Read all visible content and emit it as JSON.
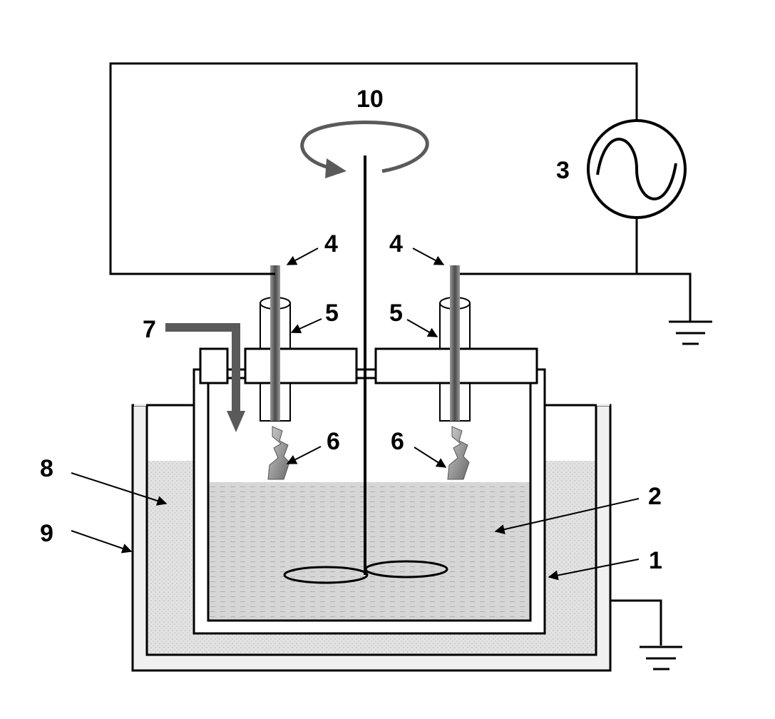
{
  "labels": {
    "vessel": "1",
    "liquid": "2",
    "power_source": "3",
    "electrode_left": "4",
    "electrode_right": "4",
    "insulator_left": "5",
    "insulator_right": "5",
    "plasma_left": "6",
    "plasma_right": "6",
    "gas_inlet": "7",
    "cooling_medium": "8",
    "outer_bath": "9",
    "rotation": "10"
  },
  "icons": {
    "power_source": "ac-source-icon",
    "ground": "ground-icon",
    "rotation": "rotation-arrow-icon"
  },
  "colors": {
    "line": "#000000",
    "electrode": "#7a7a7a",
    "arrow_gray": "#5a5a5a",
    "liquid_fill": "#d9d9d9",
    "bath_fill": "#e8e8e8",
    "wall_fill": "#efefef"
  }
}
